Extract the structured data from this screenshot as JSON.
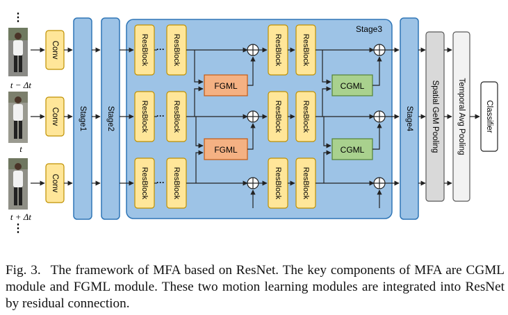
{
  "frames": {
    "labels": [
      "t − Δt",
      "t",
      "t + Δt"
    ],
    "top_dots": "⋮",
    "bottom_dots": "⋮"
  },
  "blocks": {
    "conv": "Conv",
    "stage1": "Stage1",
    "stage2": "Stage2",
    "stage3": "Stage3",
    "stage4": "Stage4",
    "resblock": "ResBlock",
    "fgml": "FGML",
    "cgml": "CGML",
    "spatial_pool": "Spatial GeM Pooling",
    "temporal_pool": "Temporal Avg Pooling",
    "classifier": "Classifier",
    "ellipsis": "···"
  },
  "colors": {
    "stage_fill": "#9dc3e6",
    "stage_stroke": "#2e75b6",
    "resblock_fill": "#ffe699",
    "resblock_stroke": "#bf9000",
    "fgml_fill": "#f4b183",
    "cgml_fill": "#a9d18e",
    "spatial_pool_fill": "#d9d9d9",
    "temporal_pool_fill": "#f2f2f2"
  },
  "caption": {
    "label": "Fig. 3.",
    "text": "The framework of MFA based on ResNet. The key components of MFA are CGML module and FGML module. These two motion learning modules are integrated into ResNet by residual connection."
  }
}
